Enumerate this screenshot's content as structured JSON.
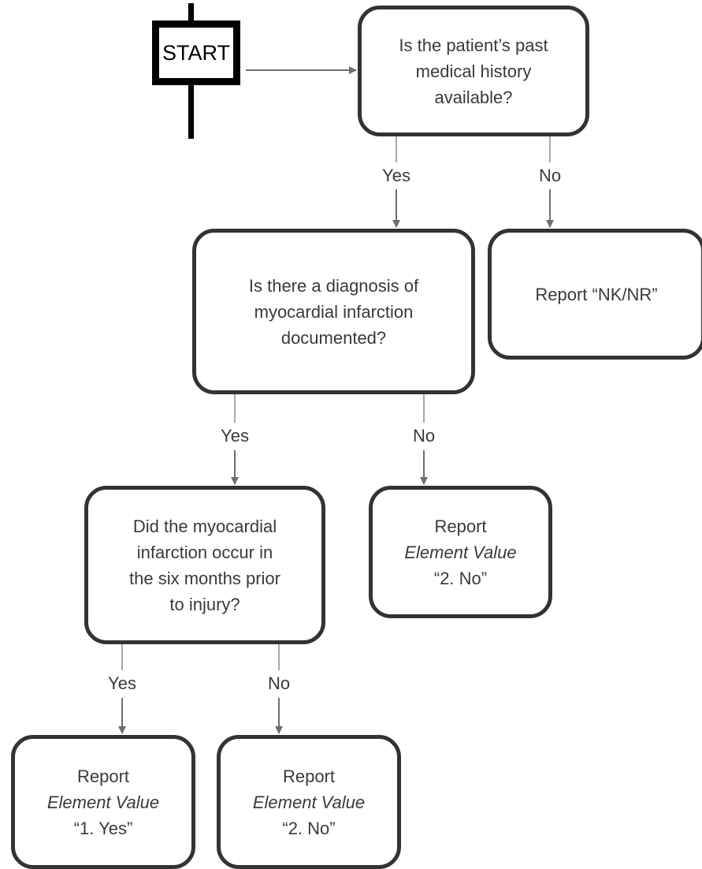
{
  "start": {
    "label": "START"
  },
  "nodes": {
    "q_history": {
      "lines": [
        "Is the patient’s past",
        "medical history",
        "available?"
      ]
    },
    "r_nknr": {
      "lines": [
        "Report “NK/NR”"
      ]
    },
    "q_diagnosis": {
      "lines": [
        "Is there a diagnosis of",
        "myocardial infarction",
        "documented?"
      ]
    },
    "r_no_a": {
      "report": "Report",
      "element": "Element Value",
      "value": "“2. No”"
    },
    "q_six_months": {
      "lines": [
        "Did the myocardial",
        "infarction occur in",
        "the six months prior",
        "to injury?"
      ]
    },
    "r_yes": {
      "report": "Report",
      "element": "Element Value",
      "value": "“1. Yes”"
    },
    "r_no_b": {
      "report": "Report",
      "element": "Element Value",
      "value": "“2. No”"
    }
  },
  "edges": {
    "history_yes": "Yes",
    "history_no": "No",
    "diagnosis_yes": "Yes",
    "diagnosis_no": "No",
    "six_yes": "Yes",
    "six_no": "No"
  },
  "colors": {
    "connector": "#6e6e6e",
    "box_border": "#333333",
    "text": "#3a3a3a",
    "sign": "#000000"
  }
}
